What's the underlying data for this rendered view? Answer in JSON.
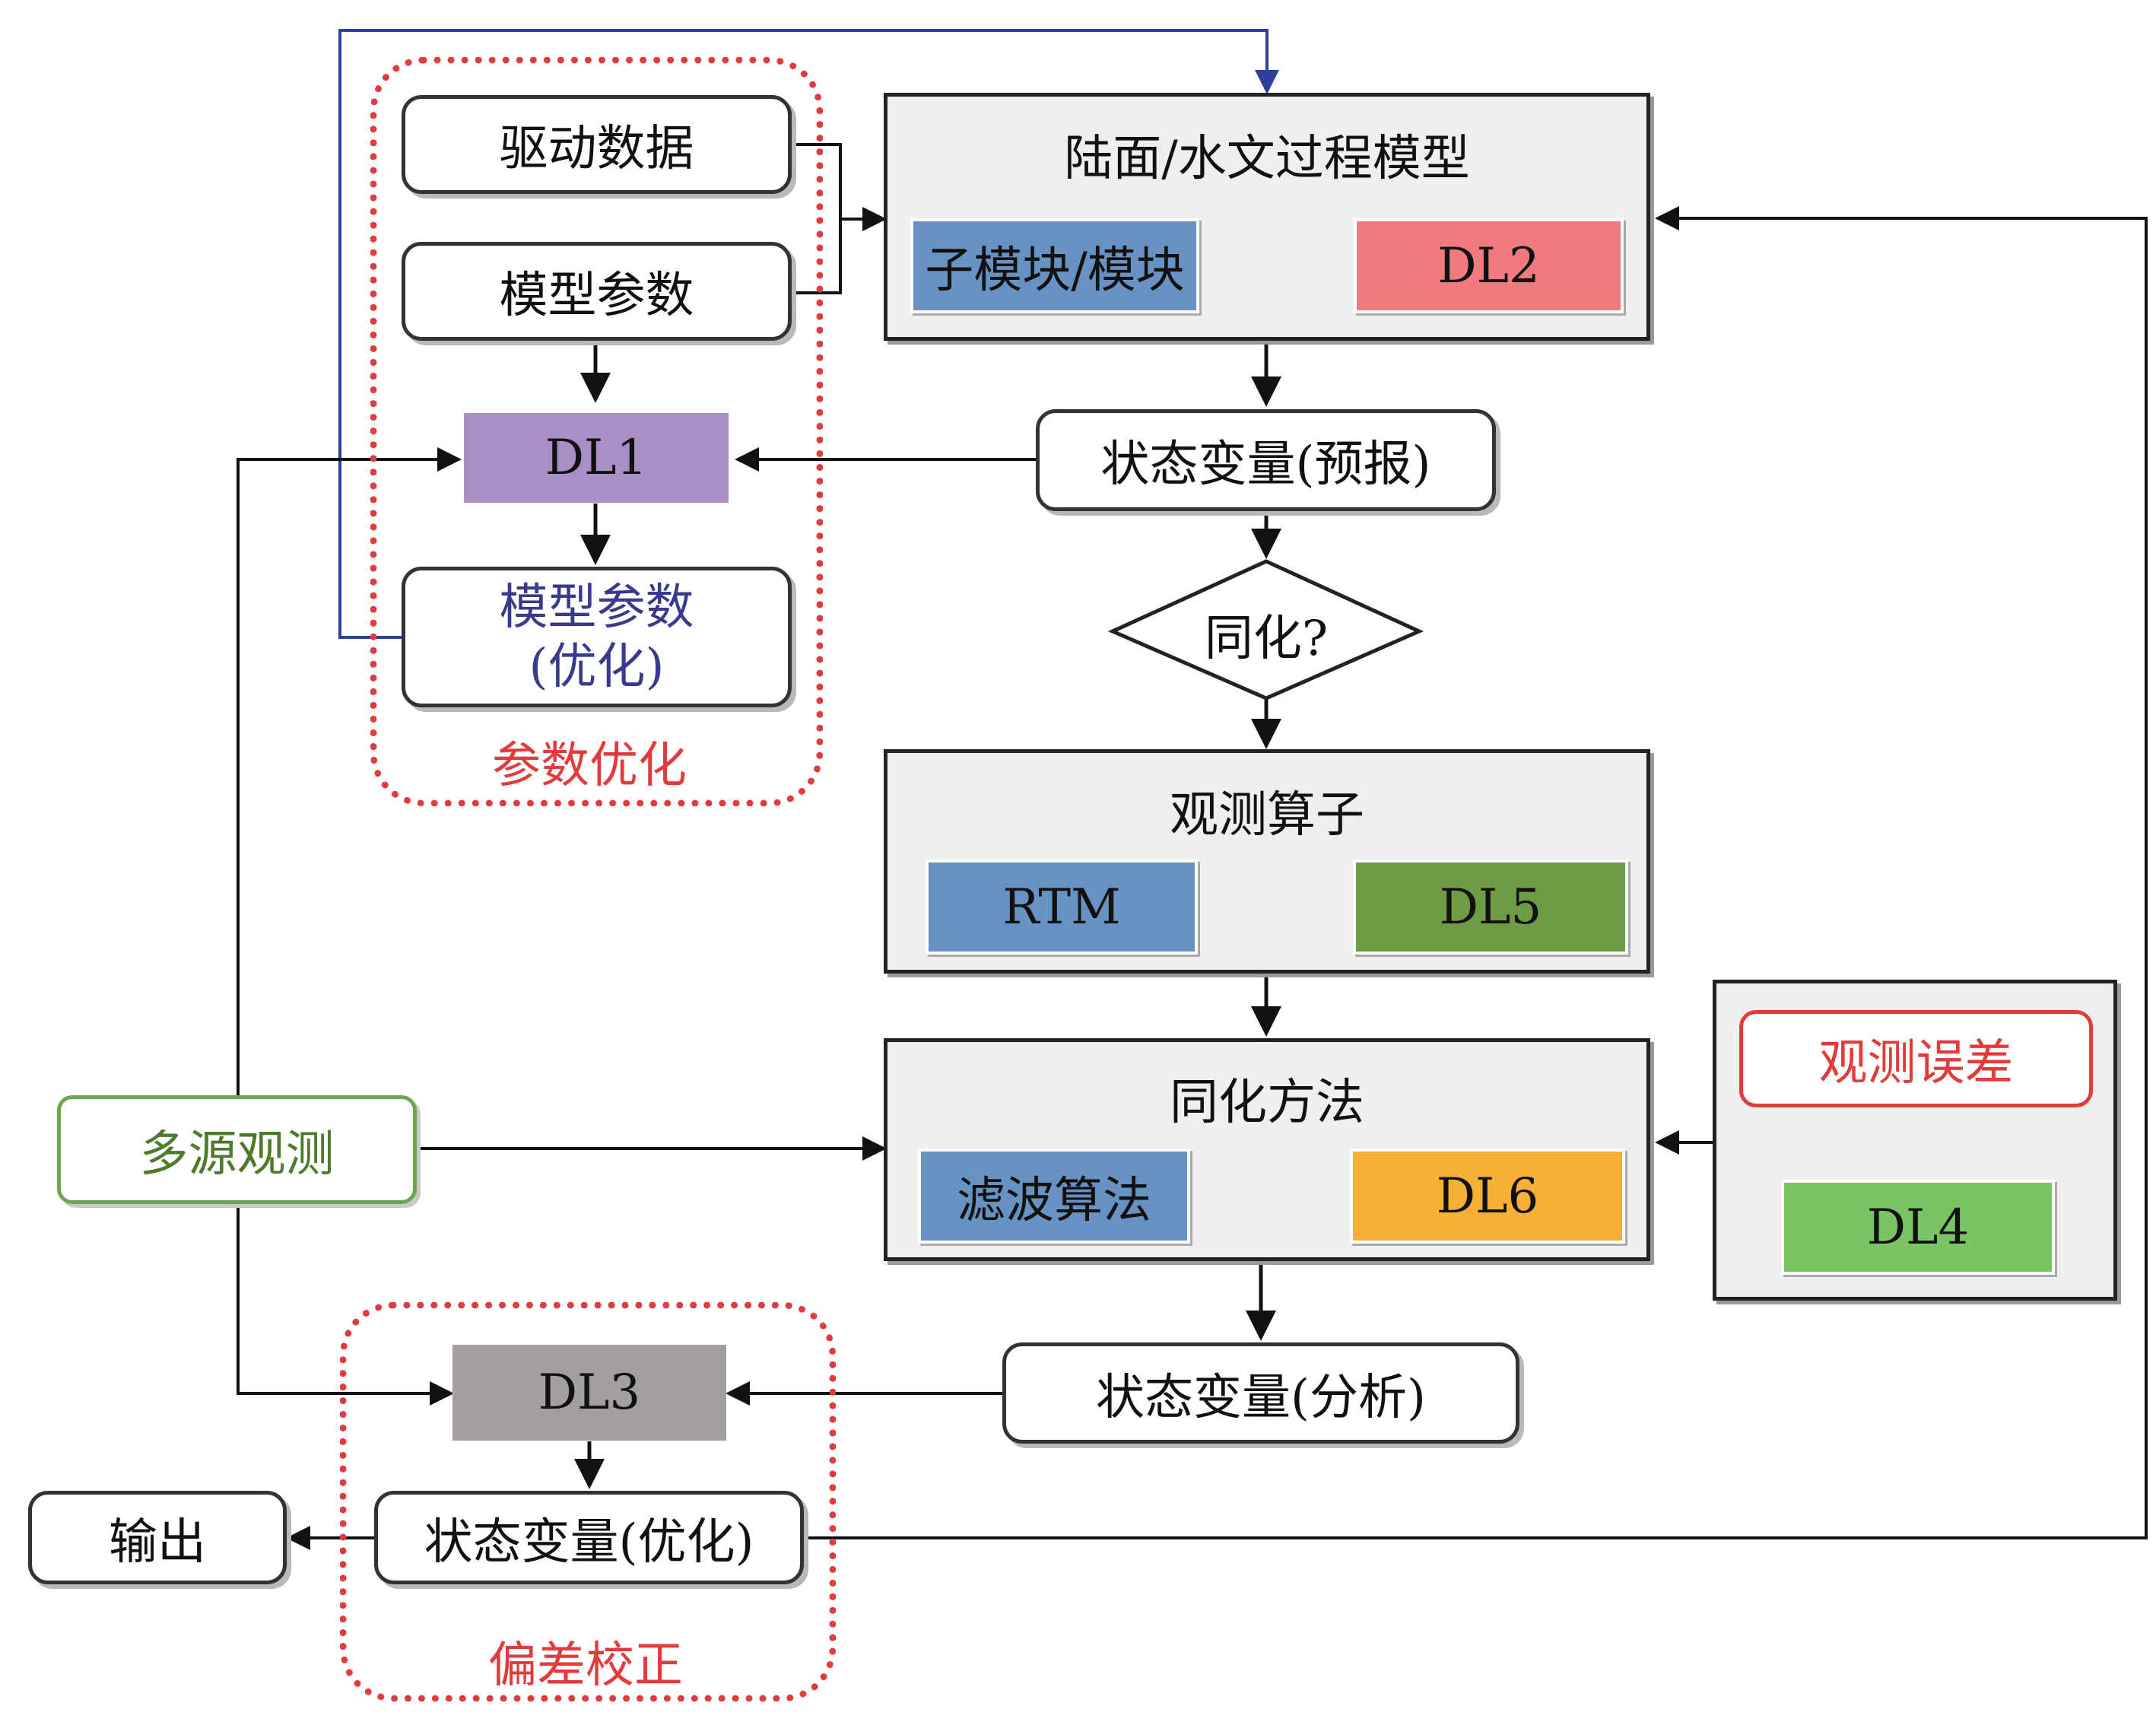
{
  "param_group": {
    "drive_data": "驱动数据",
    "model_params": "模型参数",
    "dl1": "DL1",
    "optimized_params_line1": "模型参数",
    "optimized_params_line2": "(优化)",
    "label": "参数优化"
  },
  "land_model": {
    "title": "陆面/水文过程模型",
    "submodule": "子模块/模块",
    "dl2": "DL2"
  },
  "state_forecast": "状态变量(预报)",
  "assimilate_decision": "同化?",
  "obs_operator": {
    "title": "观测算子",
    "rtm": "RTM",
    "dl5": "DL5"
  },
  "assim_method": {
    "title": "同化方法",
    "filter": "滤波算法",
    "dl6": "DL6"
  },
  "obs_error_panel": {
    "obs_error": "观测误差",
    "dl4": "DL4"
  },
  "multi_source_obs": "多源观测",
  "state_analysis": "状态变量(分析)",
  "bias_group": {
    "dl3": "DL3",
    "state_optimized": "状态变量(优化)",
    "label": "偏差校正"
  },
  "output": "输出",
  "colors": {
    "dl1": "#a98fc4",
    "dl2": "#f07a7e",
    "dl3": "#a39f9e",
    "dl4": "#7bc465",
    "dl5": "#6f9b46",
    "dl6": "#f5b136",
    "module_blue": "#6792c2",
    "dotted_red": "#e23b3b",
    "feedback_blue": "#2f3f9e"
  }
}
